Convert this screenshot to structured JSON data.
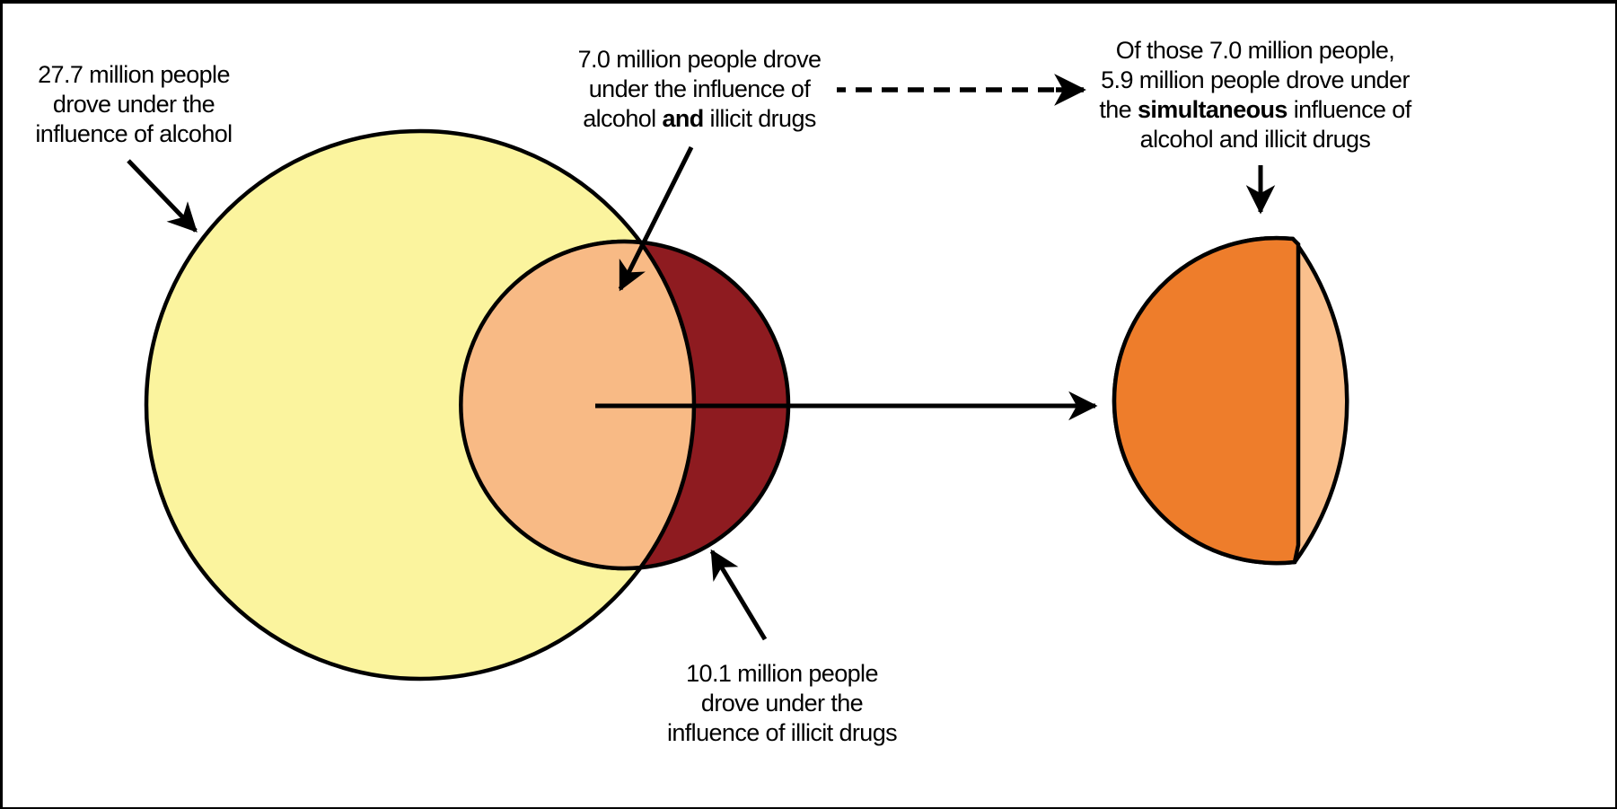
{
  "chart_data": {
    "type": "venn",
    "unit": "million people",
    "sets": [
      {
        "name": "alcohol",
        "label": "drove under the influence of alcohol",
        "value": 27.7
      },
      {
        "name": "illicit-drugs",
        "label": "drove under the influence of illicit drugs",
        "value": 10.1
      }
    ],
    "intersection": {
      "label": "drove under the influence of alcohol and illicit drugs",
      "value": 7.0
    },
    "subset_of_intersection": {
      "label": "drove under the simultaneous influence of alcohol and illicit drugs",
      "value": 5.9
    },
    "legend_position": "none",
    "grid": false
  },
  "labels": {
    "alcohol": {
      "line1": "27.7 million people",
      "line2": "drove under the",
      "line3": "influence of alcohol"
    },
    "overlap": {
      "line1": "7.0 million people drove",
      "line2": "under the influence of",
      "line3_pre": "alcohol ",
      "line3_bold": "and",
      "line3_post": " illicit drugs"
    },
    "drugs": {
      "line1": "10.1 million people",
      "line2": "drove under the",
      "line3": "influence of illicit drugs"
    },
    "simultaneous": {
      "line1": "Of those 7.0 million people,",
      "line2": "5.9 million people drove under",
      "line3_pre": "the ",
      "line3_bold": "simultaneous",
      "line3_post": " influence of",
      "line4": "alcohol and illicit drugs"
    }
  },
  "colors": {
    "background": "#FFFFFF",
    "outline": "#000000",
    "alcohol_fill": "#FBF49E",
    "drugs_fill": "#8E1B20",
    "overlap_fill": "#F8BA85",
    "simultaneous_fill": "#EE7D2B",
    "non_simultaneous_fill": "#FAC08D"
  }
}
